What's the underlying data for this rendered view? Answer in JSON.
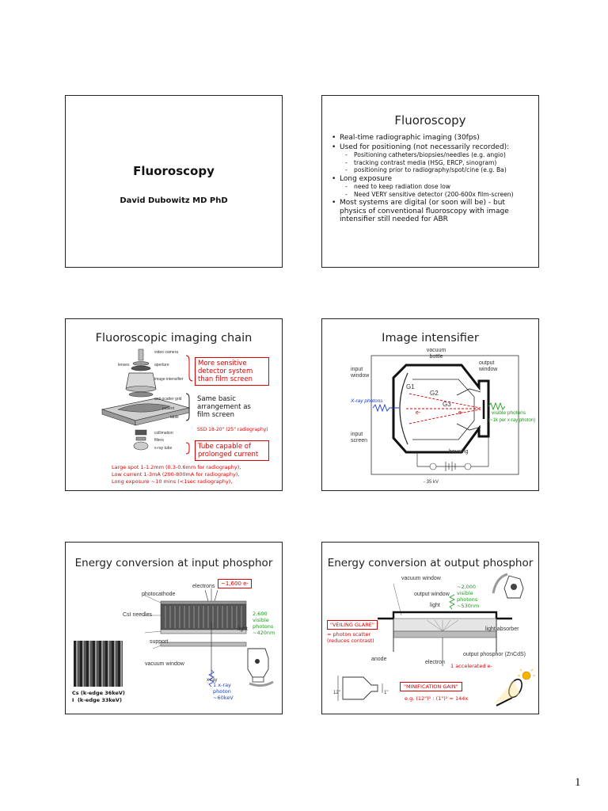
{
  "slide1": {
    "title": "Fluoroscopy",
    "author": "David Dubowitz MD PhD"
  },
  "slide2": {
    "title": "Fluoroscopy",
    "b1": "Real-time radiographic imaging (30fps)",
    "b2": "Used for positioning (not necessarily recorded):",
    "b2_sub": [
      "Positioning catheters/biopsies/needles (e.g. angio)",
      "tracking contrast media (HSG, ERCP, sinogram)",
      "positioning prior to radiography/spot/cine (e.g. Ba)"
    ],
    "b3": "Long exposure",
    "b3_sub": [
      "need to keep radiation dose low",
      "Need VERY sensitive detector (200-600x film-screen)"
    ],
    "b4": "Most systems are digital (or soon will be) - but physics of conventional fluoroscopy with image intensifier still needed for ABR"
  },
  "slide3": {
    "title": "Fluoroscopic imaging chain",
    "labels": [
      "video camera",
      "lenses",
      "aperture",
      "image intensifier",
      "anti-scatter grid",
      "patient",
      "table",
      "collimation",
      "filters",
      "x-ray tube"
    ],
    "box1": "More sensitive detector system than film screen",
    "same": "Same basic arrangement as film screen",
    "ssd": "SSD 18-20\" (25\" radiography)",
    "box2": "Tube capable of prolonged current",
    "notes": [
      "Large spot 1-1.2mm (0.3-0.6mm for radiography),",
      "Low current 1-3mA (200-800mA for radiography),",
      "Long exposure ~10 mins (<1sec radiography),"
    ]
  },
  "slide4": {
    "title": "Image intensifier",
    "vacuum_bottle": "vacuum bottle",
    "input_window": "input window",
    "output_window": "output window",
    "g1": "G1",
    "g2": "G2",
    "g3": "G3",
    "xray": "X-ray photons",
    "e1": "e-",
    "e2": "e-",
    "visible": "visible photons",
    "visible2": "(~1k per x-ray photon)",
    "input_screen": "input screen",
    "housing": "housing",
    "voltage": "- 35 kV"
  },
  "slide5": {
    "title": "Energy conversion at input phosphor",
    "electrons": "electrons",
    "e_count": "~1,600 e-",
    "photocathode": "photocathode",
    "csi": "CsI needles",
    "light": "light",
    "photons": [
      "2,600",
      "visible",
      "photons",
      "~420nm"
    ],
    "support": "support",
    "vacuum_window": "vacuum window",
    "xray": "x-ray",
    "xray_photon": [
      "1 x-ray",
      "photon",
      "~60keV"
    ],
    "cs": "Cs (k-edge 36keV)",
    "iodine": "I  (k-edge 33keV)"
  },
  "slide6": {
    "title": "Energy conversion at output phosphor",
    "vacuum_window": "vacuum window",
    "output_window": "output window",
    "light": "light",
    "photons": [
      "~2,000",
      "visible",
      "photons",
      "~530nm"
    ],
    "veiling": "\"VEILING GLARE\"",
    "veiling_note": "= photon scatter (reduces contrast)",
    "light_absorber": "light absorber",
    "anode": "anode",
    "electron": "electron",
    "output_phosphor": "output phosphor (ZnCdS)",
    "accel": "1 accelerated e-",
    "twelve": "12\"",
    "one": "1\"",
    "minif": "\"MINIFICATION GAIN\"",
    "eg": "e.g. (12\")² : (1\")² = 144x"
  },
  "page_number": "1",
  "colors": {
    "accent_red": "#e00000",
    "blue": "#1a3cc8",
    "green": "#1a9a1a"
  }
}
